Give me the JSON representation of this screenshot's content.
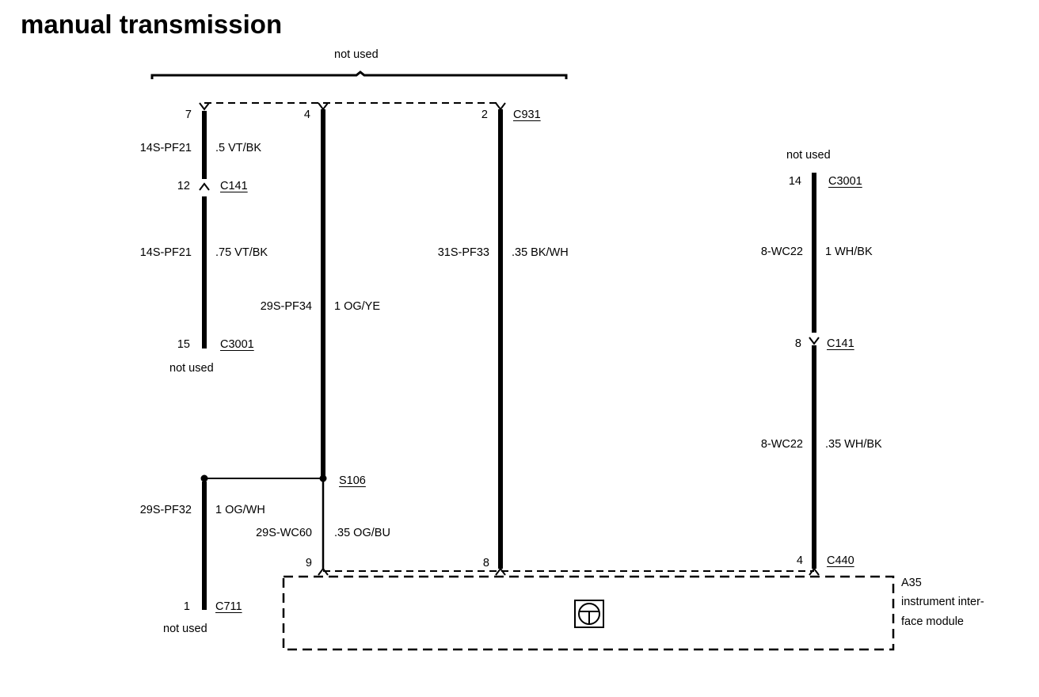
{
  "title": "manual transmission",
  "not_used_top": "not used",
  "wire1": {
    "pin_top": "7",
    "circuit_a": "14S-PF21",
    "spec_a": ".5 VT/BK",
    "pin_mid": "12",
    "connector_mid": "C141",
    "circuit_b": "14S-PF21",
    "spec_b": ".75 VT/BK",
    "pin_bottom": "15",
    "connector_bottom": "C3001",
    "not_used": "not used"
  },
  "wire2": {
    "pin_top": "4",
    "circuit": "29S-PF34",
    "spec": "1 OG/YE",
    "splice": "S106",
    "circuit_b": "29S-WC60",
    "spec_b": ".35 OG/BU",
    "pin_bottom": "9"
  },
  "wire3": {
    "pin_top": "2",
    "connector_top": "C931",
    "circuit": "31S-PF33",
    "spec": ".35 BK/WH",
    "pin_bottom": "8"
  },
  "wire4": {
    "not_used": "not used",
    "pin_top": "14",
    "connector_top": "C3001",
    "circuit_a": "8-WC22",
    "spec_a": "1 WH/BK",
    "pin_mid": "8",
    "connector_mid": "C141",
    "circuit_b": "8-WC22",
    "spec_b": ".35 WH/BK",
    "pin_bottom": "4",
    "connector_bottom": "C440"
  },
  "wire5": {
    "circuit": "29S-PF32",
    "spec": "1 OG/WH",
    "pin_bottom": "1",
    "connector_bottom": "C711",
    "not_used": "not used"
  },
  "module": {
    "id": "A35",
    "name_line1": "instrument inter-",
    "name_line2": "face module"
  }
}
